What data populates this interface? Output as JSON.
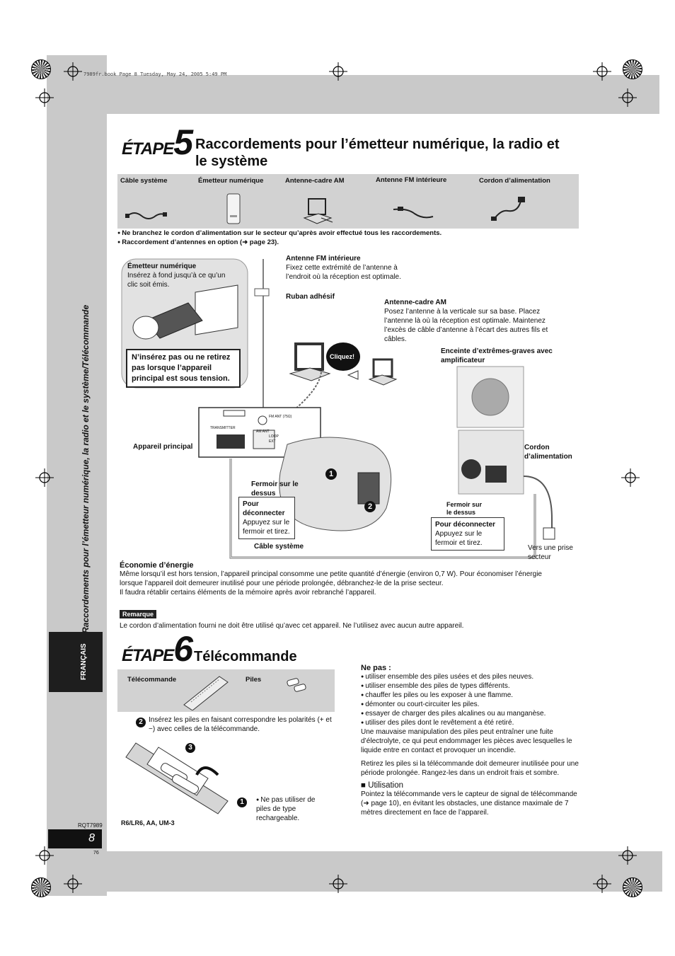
{
  "header": {
    "file_line": "7989fr.book  Page 8  Tuesday, May 24, 2005  5:49 PM"
  },
  "sidebar": {
    "vertical_title": "Raccordements pour l’émetteur numérique, la radio et le système/Télécommande",
    "language_tab": "FRANÇAIS",
    "model_code": "RQT7989",
    "page_number": "8",
    "sub_number": "76"
  },
  "step5": {
    "etape_word": "ÉTAPE",
    "number": "5",
    "title_line1": "Raccordements pour l’émetteur numérique, la radio et",
    "title_line2": "le système",
    "accessories": [
      {
        "label": "Câble système",
        "icon": "cable-icon"
      },
      {
        "label": "Émetteur numérique",
        "icon": "transmitter-icon"
      },
      {
        "label": "Antenne-cadre AM",
        "icon": "loop-antenna-icon"
      },
      {
        "label": "Antenne FM intérieure",
        "icon": "fm-antenna-icon"
      },
      {
        "label": "Cordon d’alimentation",
        "icon": "power-cord-icon"
      }
    ],
    "notes": [
      "Ne branchez le cordon d’alimentation sur le secteur qu’après avoir effectué tous les raccordements.",
      "Raccordement d’antennes en option (➜ page 23)."
    ],
    "diagram": {
      "transmitter_title": "Émetteur numérique",
      "transmitter_text": "Insérez à fond jusqu’à ce qu’un clic soit émis.",
      "warning": "N’insérez pas ou ne retirez pas lorsque l’appareil principal est sous tension.",
      "fm_title": "Antenne FM intérieure",
      "fm_text": "Fixez cette extrémité de l’antenne à l’endroit où la réception est optimale.",
      "tape": "Ruban adhésif",
      "am_title": "Antenne-cadre AM",
      "am_text": "Posez l’antenne à la verticale sur sa base. Placez l’antenne là où la réception est optimale. Maintenez l’excès de câble d’antenne à l’écart des autres fils et câbles.",
      "click": "Cliquez!",
      "subwoofer": "Enceinte d’extrêmes-graves avec amplificateur",
      "main_unit": "Appareil principal",
      "power_cord": "Cordon d’alimentation",
      "clasp_left": "Fermoir sur le dessus",
      "clasp_right": "Fermoir sur le dessus",
      "disconnect_title": "Pour déconnecter",
      "disconnect_text": "Appuyez sur le fermoir et tirez.",
      "system_cable": "Câble système",
      "outlet": "Vers une prise secteur",
      "panel_labels": {
        "fm": "FM ANT (75Ω)",
        "am": "AM ANT",
        "loop": "LOOP",
        "ext": "EXT",
        "transmitter": "TRANSMITTER",
        "step_a": "1",
        "step_b": "2"
      }
    },
    "energy_title": "Économie d’énergie",
    "energy_lines": [
      "Même lorsqu’il est hors tension, l’appareil principal consomme une petite quantité d’énergie (environ 0,7 W). Pour économiser l’énergie",
      "lorsque l’appareil doit demeurer inutilisé pour une période prolongée, débranchez-le de la prise secteur.",
      "Il faudra rétablir certains éléments de la mémoire après avoir rebranché l’appareil."
    ],
    "remark_tag": "Remarque",
    "remark_text": "Le cordon d’alimentation fourni ne doit être utilisé qu’avec cet appareil. Ne l’utilisez avec aucun autre appareil."
  },
  "step6": {
    "etape_word": "ÉTAPE",
    "number": "6",
    "title": "Télécommande",
    "accessories": [
      {
        "label": "Télécommande",
        "icon": "remote-icon"
      },
      {
        "label": "Piles",
        "icon": "batteries-icon"
      }
    ],
    "insert_step": "2",
    "insert_text": "Insérez les piles en faisant correspondre les polarités (+ et −) avec celles de la télécommande.",
    "step1": "1",
    "step3": "3",
    "battery_type": "R6/LR6, AA, UM-3",
    "rechargeable_note": "Ne pas utiliser de piles de type rechargeable.",
    "ne_pas_title": "Ne pas :",
    "ne_pas_items": [
      "utiliser ensemble des piles usées et des piles neuves.",
      "utiliser ensemble des piles de types différents.",
      "chauffer les piles ou les exposer à une flamme.",
      "démonter ou court-circuiter les piles.",
      "essayer de charger des piles alcalines ou au manganèse.",
      "utiliser des piles dont le revêtement a été retiré."
    ],
    "misuse_text": "Une mauvaise manipulation des piles peut entraîner une fuite d’électrolyte, ce qui peut endommager les pièces avec lesquelles le liquide entre en contact et provoquer un incendie.",
    "remove_text": "Retirez les piles si la télécommande doit demeurer inutilisée pour une période prolongée. Rangez-les dans un endroit frais et sombre.",
    "utilisation_title": "Utilisation",
    "utilisation_text": "Pointez la télécommande vers le capteur de signal de télécommande (➜ page 10), en évitant les obstacles, une distance maximale de 7 mètres directement en face de l’appareil."
  }
}
